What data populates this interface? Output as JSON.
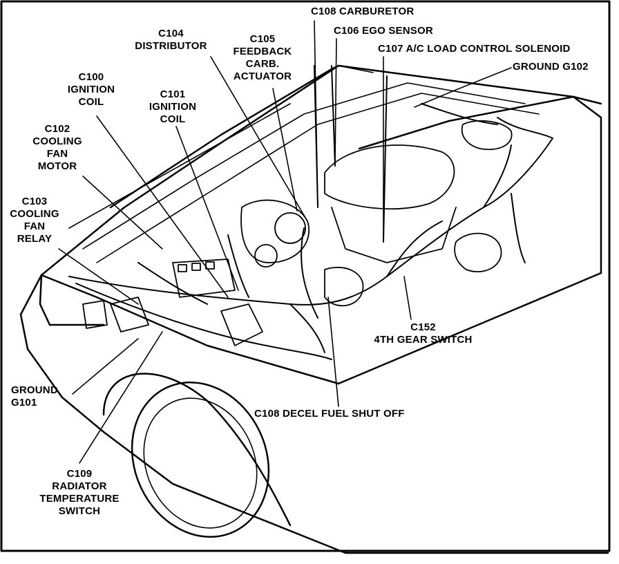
{
  "diagram": {
    "labels": {
      "c108_carb": "C108 CARBURETOR",
      "c106": "C106 EGO SENSOR",
      "c107": "C107 A/C LOAD CONTROL SOLENOID",
      "g102": "GROUND G102",
      "c104": [
        "C104",
        "DISTRIBUTOR"
      ],
      "c105": [
        "C105",
        "FEEDBACK",
        "CARB.",
        "ACTUATOR"
      ],
      "c100": [
        "C100",
        "IGNITION",
        "COIL"
      ],
      "c101": [
        "C101",
        "IGNITION",
        "COIL"
      ],
      "c102": [
        "C102",
        "COOLING",
        "FAN",
        "MOTOR"
      ],
      "c103": [
        "C103",
        "COOLING",
        "FAN",
        "RELAY"
      ],
      "c152": [
        "C152",
        "4TH GEAR SWITCH"
      ],
      "g101": [
        "GROUND",
        "G101"
      ],
      "c108_decel": "C108 DECEL FUEL SHUT OFF",
      "c109": [
        "C109",
        "RADIATOR",
        "TEMPERATURE",
        "SWITCH"
      ]
    }
  }
}
